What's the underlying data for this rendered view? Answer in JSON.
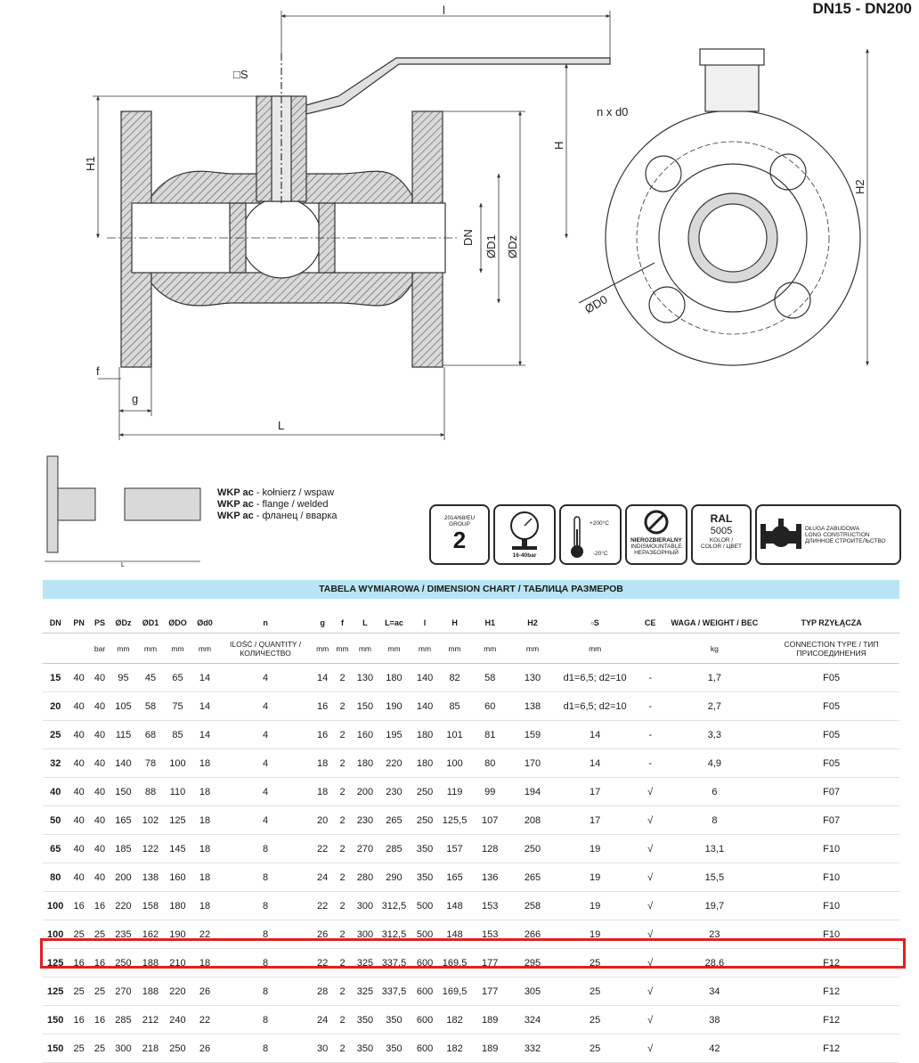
{
  "header": {
    "range_title": "DN15 - DN200"
  },
  "drawing": {
    "labels": {
      "l": "l",
      "square_s": "□S",
      "h1": "H1",
      "h": "H",
      "h2": "H2",
      "dn": "DN",
      "d1": "ØD1",
      "dz": "ØDz",
      "d0": "ØD0",
      "n_d0": "n x d0",
      "f": "f",
      "g": "g",
      "L": "L"
    }
  },
  "small_drawing": {
    "L_label": "L"
  },
  "legend": {
    "lines": [
      {
        "code": "WKP ac",
        "text": " - kołnierz / wspaw"
      },
      {
        "code": "WKP ac",
        "text": " - flange / welded"
      },
      {
        "code": "WKP ac",
        "text": " - фланец / вварка"
      }
    ]
  },
  "badges": {
    "ped": {
      "directive": "2014/68/EU",
      "group_label": "GROUP",
      "group_value": "2"
    },
    "pressure": {
      "range": "16-40bar"
    },
    "temperature": {
      "max": "+200°C",
      "min": "-20°C"
    },
    "indismountable": {
      "lines": [
        "NIEROZBIERALNY",
        "INDISMOUNTABLE",
        "НЕРАЗБОРНЫЙ"
      ]
    },
    "ral": {
      "title": "RAL",
      "value": "5005",
      "label": "KOLOR /",
      "label2": "COLOR / ЦВЕТ"
    },
    "long": {
      "lines": [
        "DŁUGA ZABUDOWA",
        "LONG CONSTRUCTION",
        "ДЛИННОЕ СТРОИТЕЛЬСТВО"
      ]
    }
  },
  "table": {
    "title": "TABELA WYMIAROWA / DIMENSION CHART / ТАБЛИЦА РАЗМЕРОВ",
    "headers": [
      "DN",
      "PN",
      "PS",
      "ØDz",
      "ØD1",
      "ØDO",
      "Ød0",
      "n",
      "g",
      "f",
      "L",
      "L=ac",
      "l",
      "H",
      "H1",
      "H2",
      "▫S",
      "CE",
      "WAGA / WEIGHT / BEC",
      "TYP RZYŁĄCZA"
    ],
    "units": [
      "",
      "",
      "bar",
      "mm",
      "mm",
      "mm",
      "mm",
      "ILOŚĆ / QUANTITY / КОЛИЧЕСТВО",
      "mm",
      "mm",
      "mm",
      "mm",
      "mm",
      "mm",
      "mm",
      "mm",
      "mm",
      "",
      "kg",
      "CONNECTION TYPE / ТИП ПРИСОЕДИНЕНИЯ"
    ],
    "rows": [
      [
        "15",
        "40",
        "40",
        "95",
        "45",
        "65",
        "14",
        "4",
        "14",
        "2",
        "130",
        "180",
        "140",
        "82",
        "58",
        "130",
        "d1=6,5; d2=10",
        "-",
        "1,7",
        "F05"
      ],
      [
        "20",
        "40",
        "40",
        "105",
        "58",
        "75",
        "14",
        "4",
        "16",
        "2",
        "150",
        "190",
        "140",
        "85",
        "60",
        "138",
        "d1=6,5; d2=10",
        "-",
        "2,7",
        "F05"
      ],
      [
        "25",
        "40",
        "40",
        "115",
        "68",
        "85",
        "14",
        "4",
        "16",
        "2",
        "160",
        "195",
        "180",
        "101",
        "81",
        "159",
        "14",
        "-",
        "3,3",
        "F05"
      ],
      [
        "32",
        "40",
        "40",
        "140",
        "78",
        "100",
        "18",
        "4",
        "18",
        "2",
        "180",
        "220",
        "180",
        "100",
        "80",
        "170",
        "14",
        "-",
        "4,9",
        "F05"
      ],
      [
        "40",
        "40",
        "40",
        "150",
        "88",
        "110",
        "18",
        "4",
        "18",
        "2",
        "200",
        "230",
        "250",
        "119",
        "99",
        "194",
        "17",
        "√",
        "6",
        "F07"
      ],
      [
        "50",
        "40",
        "40",
        "165",
        "102",
        "125",
        "18",
        "4",
        "20",
        "2",
        "230",
        "265",
        "250",
        "125,5",
        "107",
        "208",
        "17",
        "√",
        "8",
        "F07"
      ],
      [
        "65",
        "40",
        "40",
        "185",
        "122",
        "145",
        "18",
        "8",
        "22",
        "2",
        "270",
        "285",
        "350",
        "157",
        "128",
        "250",
        "19",
        "√",
        "13,1",
        "F10"
      ],
      [
        "80",
        "40",
        "40",
        "200",
        "138",
        "160",
        "18",
        "8",
        "24",
        "2",
        "280",
        "290",
        "350",
        "165",
        "136",
        "265",
        "19",
        "√",
        "15,5",
        "F10"
      ],
      [
        "100",
        "16",
        "16",
        "220",
        "158",
        "180",
        "18",
        "8",
        "22",
        "2",
        "300",
        "312,5",
        "500",
        "148",
        "153",
        "258",
        "19",
        "√",
        "19,7",
        "F10"
      ],
      [
        "100",
        "25",
        "25",
        "235",
        "162",
        "190",
        "22",
        "8",
        "26",
        "2",
        "300",
        "312,5",
        "500",
        "148",
        "153",
        "266",
        "19",
        "√",
        "23",
        "F10"
      ],
      [
        "125",
        "16",
        "16",
        "250",
        "188",
        "210",
        "18",
        "8",
        "22",
        "2",
        "325",
        "337,5",
        "600",
        "169,5",
        "177",
        "295",
        "25",
        "√",
        "28,6",
        "F12"
      ],
      [
        "125",
        "25",
        "25",
        "270",
        "188",
        "220",
        "26",
        "8",
        "28",
        "2",
        "325",
        "337,5",
        "600",
        "169,5",
        "177",
        "305",
        "25",
        "√",
        "34",
        "F12"
      ],
      [
        "150",
        "16",
        "16",
        "285",
        "212",
        "240",
        "22",
        "8",
        "24",
        "2",
        "350",
        "350",
        "600",
        "182",
        "189",
        "324",
        "25",
        "√",
        "38",
        "F12"
      ],
      [
        "150",
        "25",
        "25",
        "300",
        "218",
        "250",
        "26",
        "8",
        "30",
        "2",
        "350",
        "350",
        "600",
        "182",
        "189",
        "332",
        "25",
        "√",
        "42",
        "F12"
      ]
    ],
    "highlighted_row": 10
  },
  "colors": {
    "header_bar": "#b8e4f5",
    "highlight": "#e02020"
  }
}
